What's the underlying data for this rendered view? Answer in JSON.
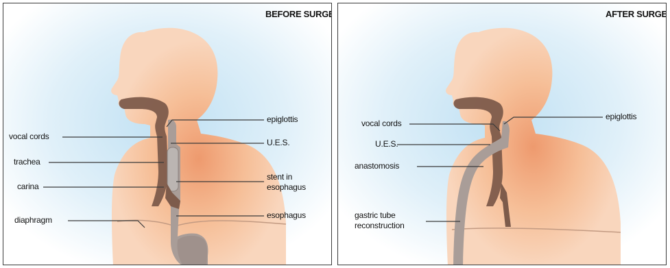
{
  "panels": {
    "before": {
      "title": "BEFORE SURGERY",
      "labels": {
        "vocal_cords": "vocal cords",
        "trachea": "trachea",
        "carina": "carina",
        "diaphragm": "diaphragm",
        "epiglottis": "epiglottis",
        "ues": "U.E.S.",
        "stent": "stent in esophagus",
        "esophagus": "esophagus"
      }
    },
    "after": {
      "title": "AFTER SURGERY",
      "labels": {
        "vocal_cords": "vocal cords",
        "ues": "U.E.S.",
        "anastomosis": "anastomosis",
        "gastric_tube": "gastric tube reconstruction",
        "epiglottis": "epiglottis"
      }
    }
  },
  "colors": {
    "skin": "#f6c8a4",
    "skin_glow": "#ee9c72",
    "background_blue": "#cfe6f4",
    "airway_fill": "#7c5a4a",
    "esophagus_fill": "#a89c96",
    "stent_fill": "#b9b3b1",
    "leader_line": "#3a3a3a"
  }
}
